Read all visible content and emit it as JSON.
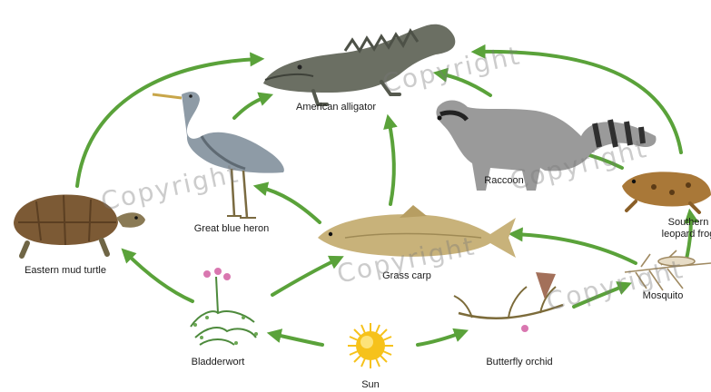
{
  "organisms": {
    "alligator": "American alligator",
    "heron": "Great blue heron",
    "raccoon": "Raccoon",
    "frog": "Southern\nleopard frog",
    "turtle": "Eastern mud turtle",
    "carp": "Grass carp",
    "mosquito": "Mosquito",
    "bladderwort": "Bladderwort",
    "orchid": "Butterfly orchid",
    "sun": "Sun"
  },
  "watermark": "Copyright",
  "colors": {
    "arrow": "#5aa23a",
    "sun": "#f6c21b",
    "alligator": "#6b6f63",
    "heron": "#8e9ba6",
    "raccoon": "#8a8a8a",
    "frog": "#a97838",
    "turtle": "#7c5a35",
    "carp": "#c8b27a",
    "plant": "#4d8a3c",
    "flower": "#d977b0"
  }
}
